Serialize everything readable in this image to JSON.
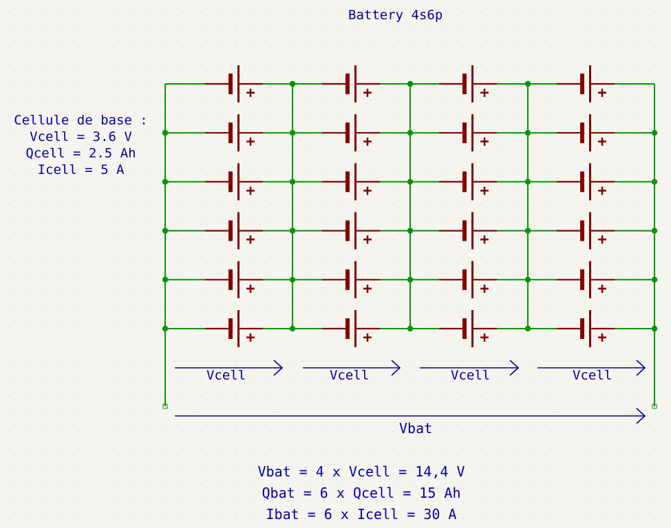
{
  "title": "Battery 4s6p",
  "cell_info": {
    "heading": "Cellule de base :",
    "vcell": "Vcell = 3.6 V",
    "qcell": "Qcell = 2.5 Ah",
    "icell": "Icell = 5 A"
  },
  "config": {
    "series": 4,
    "parallel": 6
  },
  "cell_plus_sign": "+",
  "vcell_labels": [
    "Vcell",
    "Vcell",
    "Vcell",
    "Vcell"
  ],
  "vbat_label": "Vbat",
  "formulas": {
    "vbat": "Vbat = 4 x Vcell = 14,4 V",
    "qbat": "Qbat = 6 x Qcell = 15 Ah",
    "ibat": "Ibat = 6 x Icell = 30 A"
  },
  "colors": {
    "background": "#f5f4ef",
    "wire": "#009600",
    "cell": "#840000",
    "text": "#0000a8",
    "grid_dot": "#c8c7c0"
  }
}
